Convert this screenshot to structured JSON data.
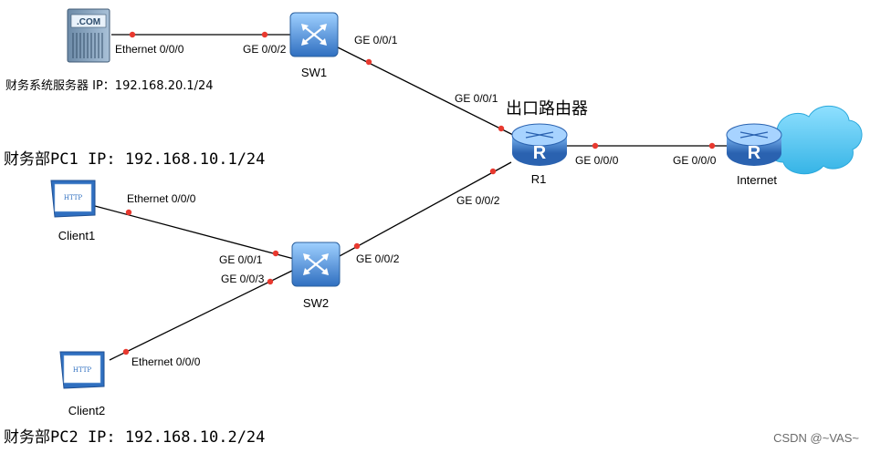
{
  "devices": {
    "server": {
      "label": ".COM"
    },
    "sw1": {
      "label": "SW1"
    },
    "sw2": {
      "label": "SW2"
    },
    "r1": {
      "label": "R1",
      "glyph": "R"
    },
    "internet": {
      "label": "Internet",
      "glyph": "R"
    },
    "client1": {
      "label": "Client1",
      "screen": "HTTP"
    },
    "client2": {
      "label": "Client2",
      "screen": "HTTP"
    }
  },
  "ports": {
    "server_eth": "Ethernet 0/0/0",
    "sw1_ge002": "GE 0/0/2",
    "sw1_ge001": "GE 0/0/1",
    "r1_ge001": "GE 0/0/1",
    "r1_ge002": "GE 0/0/2",
    "r1_ge000": "GE 0/0/0",
    "inet_ge000": "GE 0/0/0",
    "client1_eth": "Ethernet 0/0/0",
    "sw2_ge001": "GE 0/0/1",
    "sw2_ge003": "GE 0/0/3",
    "sw2_ge002": "GE 0/0/2",
    "client2_eth": "Ethernet 0/0/0"
  },
  "notes": {
    "server_ip": "财务系统服务器 IP：192.168.20.1/24",
    "router_title": "出口路由器",
    "pc1_ip": "财务部PC1 IP: 192.168.10.1/24",
    "pc2_ip": "财务部PC2 IP: 192.168.10.2/24"
  },
  "watermark": "CSDN @~VAS~",
  "colors": {
    "link": "#000000",
    "port_dot": "#e8392f",
    "device_blue": "#3a7fd0",
    "cloud": "#58c9f0"
  }
}
